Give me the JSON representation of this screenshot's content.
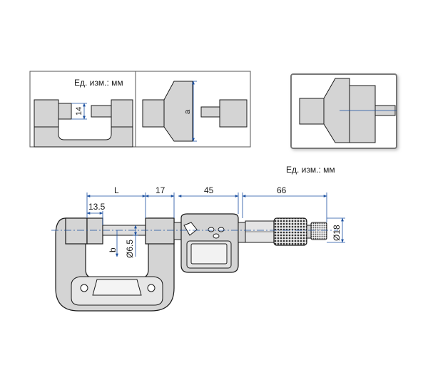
{
  "units": {
    "detail_left": "Ед. изм.: мм",
    "main": "Ед. изм.: мм"
  },
  "detail_views": {
    "anvil_height": "14",
    "disc_diameter_symbol": "a"
  },
  "dimensions": {
    "L": "L",
    "d17": "17",
    "d45": "45",
    "d66": "66",
    "d13_5": "13.5",
    "b": "b",
    "d6_5": "Ø6.5",
    "d18": "Ø18"
  },
  "colors": {
    "body_fill": "#d4d4d4",
    "line": "#1a1a1a",
    "dimension": "#1a4fa0",
    "frame": "#777777"
  }
}
